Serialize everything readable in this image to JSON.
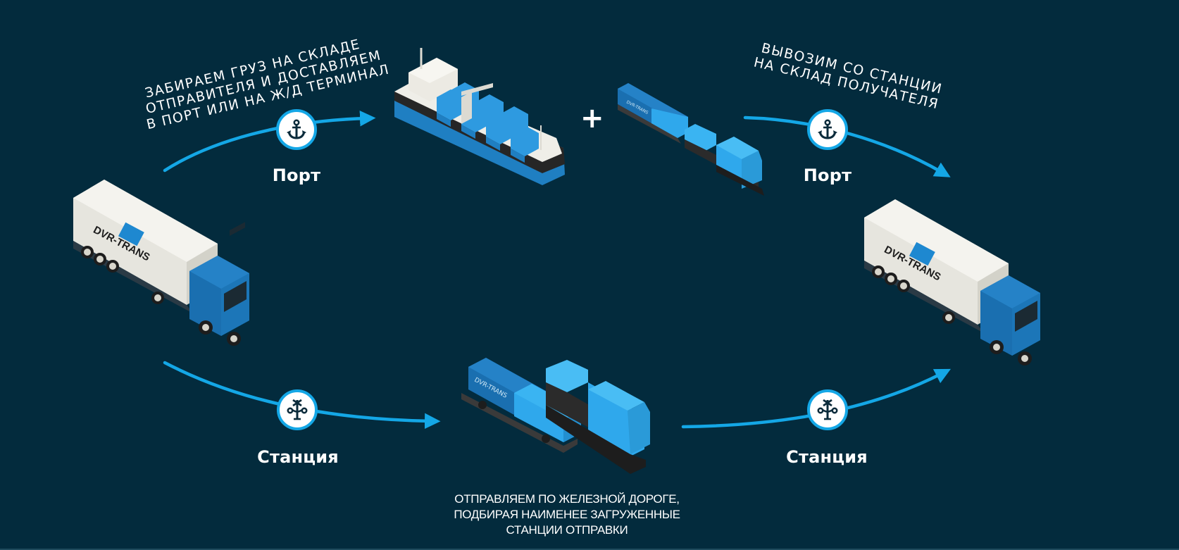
{
  "diagram": {
    "background_color": "#032b3d",
    "accent_color": "#14a7e6",
    "icon_color": "#0b2b3b",
    "captions": {
      "top_left": [
        "ЗАБИРАЕМ ГРУЗ НА СКЛАДЕ",
        "ОТПРАВИТЕЛЯ И ДОСТАВЛЯЕМ",
        "В ПОРТ ИЛИ НА Ж/Д ТЕРМИНАЛ"
      ],
      "top_right": [
        "ВЫВОЗИМ СО СТАНЦИИ",
        "НА СКЛАД ПОЛУЧАТЕЛЯ"
      ],
      "bottom": [
        "ОТПРАВЛЯЕМ ПО ЖЕЛЕЗНОЙ ДОРОГЕ,",
        "ПОДБИРАЯ НАИМЕНЕЕ ЗАГРУЖЕННЫЕ",
        "СТАНЦИИ ОТПРАВКИ"
      ]
    },
    "nodes": {
      "port_left": {
        "label": "Порт",
        "icon": "anchor-icon"
      },
      "port_right": {
        "label": "Порт",
        "icon": "anchor-icon"
      },
      "station_left": {
        "label": "Станция",
        "icon": "railway-signal-icon"
      },
      "station_right": {
        "label": "Станция",
        "icon": "railway-signal-icon"
      }
    },
    "plus_sign": "+",
    "vehicles": {
      "truck_left": {
        "brand": "DVR-TRANS"
      },
      "truck_right": {
        "brand": "DVR-TRANS"
      },
      "ship": {
        "type": "container-ship"
      },
      "train_top": {
        "brand": "DVR-TRANS"
      },
      "train_bottom": {
        "brand": "DVR-TRANS"
      }
    }
  }
}
